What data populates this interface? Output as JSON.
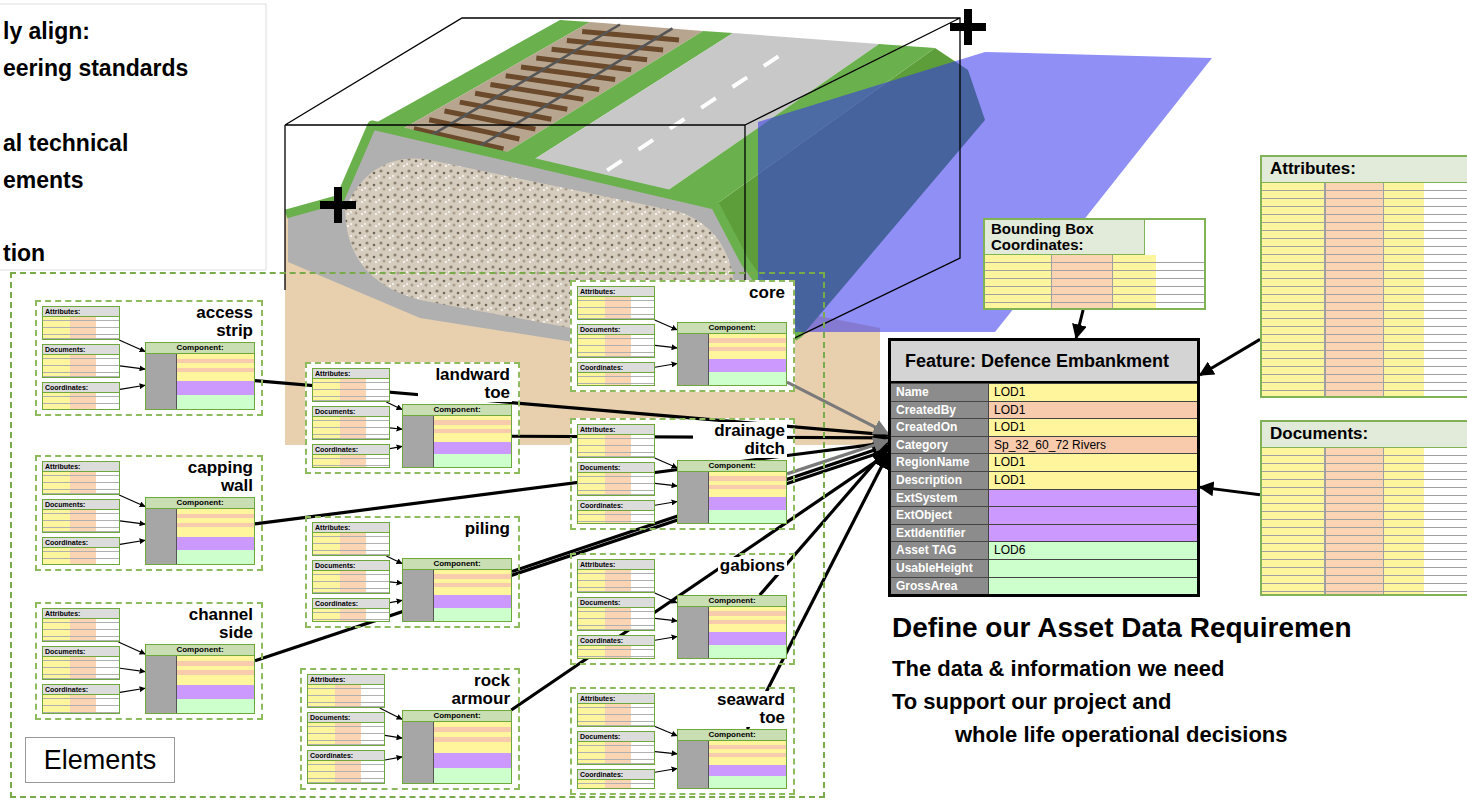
{
  "diagram": {
    "nodes": [
      {
        "text": [
          "Attributes:"
        ]
      },
      {
        "text": [
          "Bounding Box Coordinates:"
        ]
      },
      {
        "text": [
          "Feature: Defence Embankment"
        ]
      },
      {
        "text": [
          "Name",
          "LOD1"
        ],
        "in": 2
      },
      {
        "text": [
          "CreatedBy",
          "LOD1"
        ],
        "in": 2
      },
      {
        "text": [
          "CreatedOn",
          "LOD1"
        ],
        "in": 2
      },
      {
        "text": [
          "Category",
          "Sp_32_60_72 Rivers"
        ],
        "in": 2
      },
      {
        "text": [
          "RegionName",
          "LOD1"
        ],
        "in": 2
      },
      {
        "text": [
          "Description",
          "LOD1"
        ],
        "in": 2
      },
      {
        "text": [
          "ExtSystem"
        ],
        "in": 2
      },
      {
        "text": [
          "ExtObject"
        ],
        "in": 2
      },
      {
        "text": [
          "ExtIdentifier"
        ],
        "in": 2
      },
      {
        "text": [
          "Asset TAG",
          "LOD6"
        ],
        "in": 2
      },
      {
        "text": [
          "UsableHeight"
        ],
        "in": 2
      },
      {
        "text": [
          "GrossArea"
        ],
        "in": 2
      },
      {
        "text": [
          "Documents:"
        ]
      },
      {
        "text": [
          "Elements"
        ]
      },
      {
        "text": [
          "access strip"
        ],
        "in": 16
      },
      {
        "text": [
          "Attributes:"
        ],
        "in": 17
      },
      {
        "text": [
          "Documents:"
        ],
        "in": 17
      },
      {
        "text": [
          "Coordinates:"
        ],
        "in": 17
      },
      {
        "text": [
          "Component:"
        ],
        "in": 17
      },
      {
        "text": [
          "capping wall"
        ],
        "in": 16
      },
      {
        "text": [
          "Attributes:"
        ],
        "in": 22
      },
      {
        "text": [
          "Documents:"
        ],
        "in": 22
      },
      {
        "text": [
          "Coordinates:"
        ],
        "in": 22
      },
      {
        "text": [
          "Component:"
        ],
        "in": 22
      },
      {
        "text": [
          "channel side"
        ],
        "in": 16
      },
      {
        "text": [
          "Attributes:"
        ],
        "in": 27
      },
      {
        "text": [
          "Documents:"
        ],
        "in": 27
      },
      {
        "text": [
          "Coordinates:"
        ],
        "in": 27
      },
      {
        "text": [
          "Component:"
        ],
        "in": 27
      },
      {
        "text": [
          "landward toe"
        ],
        "in": 16
      },
      {
        "text": [
          "Attributes:"
        ],
        "in": 32
      },
      {
        "text": [
          "Documents:"
        ],
        "in": 32
      },
      {
        "text": [
          "Coordinates:"
        ],
        "in": 32
      },
      {
        "text": [
          "Component:"
        ],
        "in": 32
      },
      {
        "text": [
          "piling"
        ],
        "in": 16
      },
      {
        "text": [
          "Attributes:"
        ],
        "in": 37
      },
      {
        "text": [
          "Documents:"
        ],
        "in": 37
      },
      {
        "text": [
          "Coordinates:"
        ],
        "in": 37
      },
      {
        "text": [
          "Component:"
        ],
        "in": 37
      },
      {
        "text": [
          "rock armour"
        ],
        "in": 16
      },
      {
        "text": [
          "Attributes:"
        ],
        "in": 42
      },
      {
        "text": [
          "Documents:"
        ],
        "in": 42
      },
      {
        "text": [
          "Coordinates:"
        ],
        "in": 42
      },
      {
        "text": [
          "Component:"
        ],
        "in": 42
      },
      {
        "text": [
          "core"
        ],
        "in": 16
      },
      {
        "text": [
          "Attributes:"
        ],
        "in": 47
      },
      {
        "text": [
          "Documents:"
        ],
        "in": 47
      },
      {
        "text": [
          "Coordinates:"
        ],
        "in": 47
      },
      {
        "text": [
          "Component:"
        ],
        "in": 47
      },
      {
        "text": [
          "drainage ditch"
        ],
        "in": 16
      },
      {
        "text": [
          "Attributes:"
        ],
        "in": 52
      },
      {
        "text": [
          "Documents:"
        ],
        "in": 52
      },
      {
        "text": [
          "Coordinates:"
        ],
        "in": 52
      },
      {
        "text": [
          "Component:"
        ],
        "in": 52
      },
      {
        "text": [
          "gabions"
        ],
        "in": 16
      },
      {
        "text": [
          "Attributes:"
        ],
        "in": 57
      },
      {
        "text": [
          "Documents:"
        ],
        "in": 57
      },
      {
        "text": [
          "Coordinates:"
        ],
        "in": 57
      },
      {
        "text": [
          "Component:"
        ],
        "in": 57
      },
      {
        "text": [
          "seaward toe"
        ],
        "in": 16
      },
      {
        "text": [
          "Attributes:"
        ],
        "in": 62
      },
      {
        "text": [
          "Documents:"
        ],
        "in": 62
      },
      {
        "text": [
          "Coordinates:"
        ],
        "in": 62
      },
      {
        "text": [
          "Component:"
        ],
        "in": 62
      }
    ],
    "edges": [
      {
        "from": 0,
        "to": 2,
        "arrow": "to"
      },
      {
        "from": 1,
        "to": 2,
        "arrow": "to"
      },
      {
        "from": 15,
        "to": 2,
        "arrow": "to"
      },
      {
        "from": 18,
        "to": 21,
        "arrow": "to"
      },
      {
        "from": 19,
        "to": 21,
        "arrow": "to"
      },
      {
        "from": 20,
        "to": 21,
        "arrow": "to"
      },
      {
        "from": 21,
        "to": 2,
        "arrow": "to"
      },
      {
        "from": 23,
        "to": 26,
        "arrow": "to"
      },
      {
        "from": 24,
        "to": 26,
        "arrow": "to"
      },
      {
        "from": 25,
        "to": 26,
        "arrow": "to"
      },
      {
        "from": 26,
        "to": 2,
        "arrow": "to"
      },
      {
        "from": 28,
        "to": 31,
        "arrow": "to"
      },
      {
        "from": 29,
        "to": 31,
        "arrow": "to"
      },
      {
        "from": 30,
        "to": 31,
        "arrow": "to"
      },
      {
        "from": 31,
        "to": 2,
        "arrow": "to"
      },
      {
        "from": 33,
        "to": 36,
        "arrow": "to"
      },
      {
        "from": 34,
        "to": 36,
        "arrow": "to"
      },
      {
        "from": 35,
        "to": 36,
        "arrow": "to"
      },
      {
        "from": 36,
        "to": 2,
        "arrow": "to"
      },
      {
        "from": 38,
        "to": 41,
        "arrow": "to"
      },
      {
        "from": 39,
        "to": 41,
        "arrow": "to"
      },
      {
        "from": 40,
        "to": 41,
        "arrow": "to"
      },
      {
        "from": 41,
        "to": 2,
        "arrow": "to"
      },
      {
        "from": 43,
        "to": 46,
        "arrow": "to"
      },
      {
        "from": 44,
        "to": 46,
        "arrow": "to"
      },
      {
        "from": 45,
        "to": 46,
        "arrow": "to"
      },
      {
        "from": 46,
        "to": 2,
        "arrow": "to"
      },
      {
        "from": 48,
        "to": 51,
        "arrow": "to"
      },
      {
        "from": 49,
        "to": 51,
        "arrow": "to"
      },
      {
        "from": 50,
        "to": 51,
        "arrow": "to"
      },
      {
        "from": 51,
        "to": 2,
        "arrow": "to"
      },
      {
        "from": 53,
        "to": 56,
        "arrow": "to"
      },
      {
        "from": 54,
        "to": 56,
        "arrow": "to"
      },
      {
        "from": 55,
        "to": 56,
        "arrow": "to"
      },
      {
        "from": 56,
        "to": 2,
        "arrow": "to"
      },
      {
        "from": 58,
        "to": 61,
        "arrow": "to"
      },
      {
        "from": 59,
        "to": 61,
        "arrow": "to"
      },
      {
        "from": 60,
        "to": 61,
        "arrow": "to"
      },
      {
        "from": 61,
        "to": 2,
        "arrow": "to"
      },
      {
        "from": 63,
        "to": 66,
        "arrow": "to"
      },
      {
        "from": 64,
        "to": 66,
        "arrow": "to"
      },
      {
        "from": 65,
        "to": 66,
        "arrow": "to"
      },
      {
        "from": 66,
        "to": 2,
        "arrow": "to"
      }
    ],
    "labels": [
      "ly align:",
      "eering standards",
      "al technical",
      "ements",
      "tion",
      "Define our Asset Data Requiremen",
      "The data & information we need",
      "To support our project and",
      "whole life operational decisions"
    ]
  }
}
